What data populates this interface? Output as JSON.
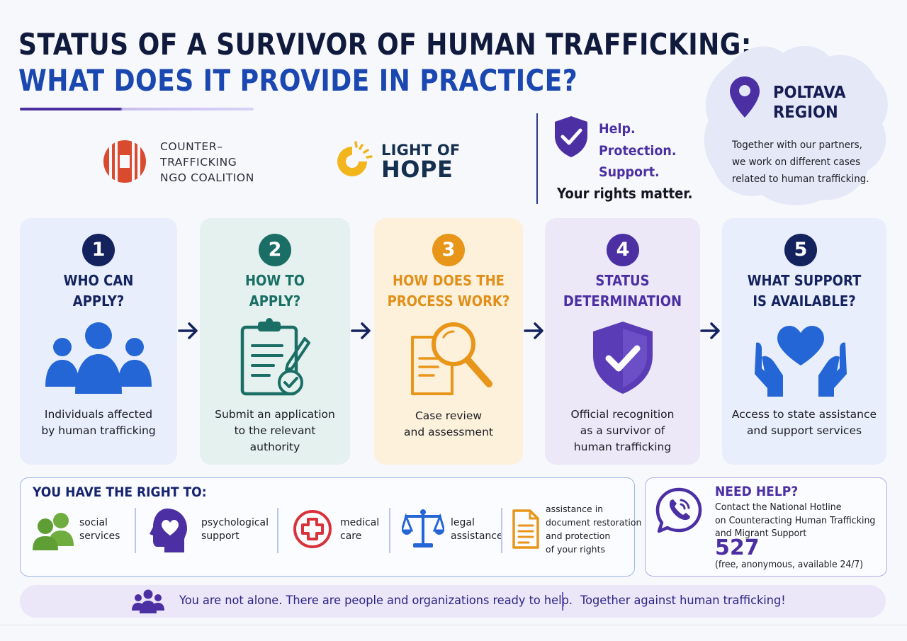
{
  "header": {
    "title_line1": "STATUS OF A SURVIVOR OF HUMAN TRAFFICKING:",
    "title_line2": "WHAT DOES IT PROVIDE IN PRACTICE?"
  },
  "logos": {
    "coalition": {
      "line1": "COUNTER–",
      "line2": "TRAFFICKING",
      "line3": "NGO COALITION"
    },
    "light_of_hope": {
      "line1": "LIGHT OF",
      "line2": "HOPE"
    }
  },
  "motto": {
    "line1": "Help.",
    "line2": "Protection.",
    "line3": "Support.",
    "rights": "Your rights matter."
  },
  "region": {
    "title_line1": "POLTAVA",
    "title_line2": "REGION",
    "text_line1": "Together with our partners,",
    "text_line2": "we work on different cases",
    "text_line3": "related to human trafficking."
  },
  "steps": [
    {
      "number": "1",
      "title_line1": "WHO CAN",
      "title_line2": "APPLY?",
      "desc_line1": "Individuals affected",
      "desc_line2": "by human trafficking",
      "desc_line3": ""
    },
    {
      "number": "2",
      "title_line1": "HOW TO",
      "title_line2": "APPLY?",
      "desc_line1": "Submit an application",
      "desc_line2": "to the relevant",
      "desc_line3": "authority"
    },
    {
      "number": "3",
      "title_line1": "HOW DOES THE",
      "title_line2": "PROCESS WORK?",
      "desc_line1": "Case review",
      "desc_line2": "and assessment",
      "desc_line3": ""
    },
    {
      "number": "4",
      "title_line1": "STATUS",
      "title_line2": "DETERMINATION",
      "desc_line1": "Official recognition",
      "desc_line2": "as a survivor of",
      "desc_line3": "human trafficking"
    },
    {
      "number": "5",
      "title_line1": "WHAT SUPPORT",
      "title_line2": "IS AVAILABLE?",
      "desc_line1": "Access to state assistance",
      "desc_line2": "and support services",
      "desc_line3": ""
    }
  ],
  "rights": {
    "title": "YOU HAVE THE RIGHT TO:",
    "items": [
      {
        "line1": "social",
        "line2": "services"
      },
      {
        "line1": "psychological",
        "line2": "support"
      },
      {
        "line1": "medical",
        "line2": "care"
      },
      {
        "line1": "legal",
        "line2": "assistance"
      },
      {
        "line1": "assistance in",
        "line2": "document restoration",
        "line3": "and protection",
        "line4": "of your rights"
      }
    ]
  },
  "help": {
    "title": "NEED HELP?",
    "line1": "Contact the National Hotline",
    "line2": "on Counteracting Human Trafficking",
    "line3": "and Migrant Support",
    "number": "527",
    "note": "(free, anonymous, available 24/7)"
  },
  "footer": {
    "message": "You are not alone. There are people and organizations ready to help.",
    "slogan": "Together against human trafficking!"
  },
  "colors": {
    "navy": "#101a3c",
    "blue": "#1a47b0",
    "purple": "#4b2fa3",
    "teal": "#1a6e66",
    "orange": "#e89a1a",
    "red": "#d94a2f"
  }
}
